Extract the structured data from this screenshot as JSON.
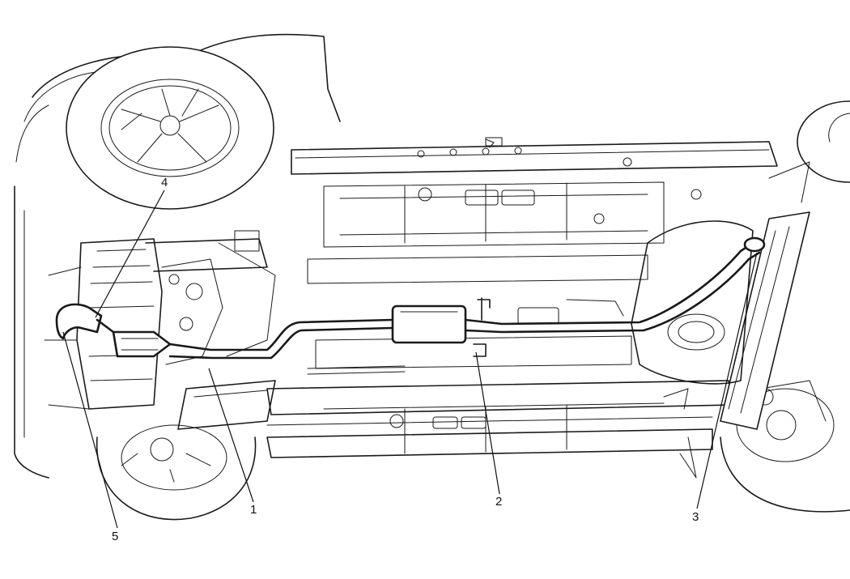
{
  "diagram": {
    "callouts": [
      {
        "id": "1",
        "text": "1"
      },
      {
        "id": "2",
        "text": "2"
      },
      {
        "id": "3",
        "text": "3"
      },
      {
        "id": "4",
        "text": "4"
      },
      {
        "id": "5",
        "text": "5"
      }
    ]
  }
}
